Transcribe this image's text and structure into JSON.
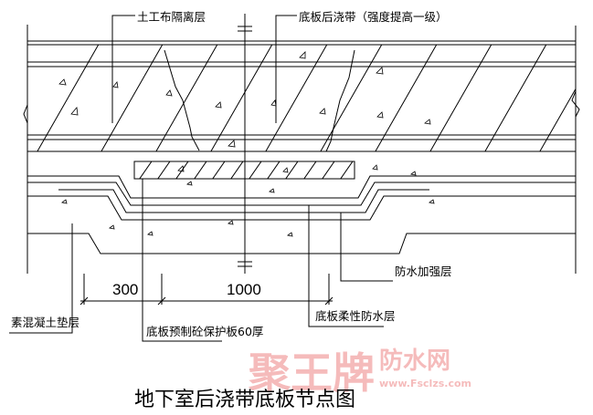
{
  "title": "地下室后浇带底板节点图",
  "labels": {
    "geotextile": "土工布隔离层",
    "post_pour_strip": "底板后浇带（强度提高一级）",
    "waterproof_reinforce": "防水加强层",
    "flexible_waterproof": "底板柔性防水层",
    "plain_concrete_cushion": "素混凝土垫层",
    "precast_protection_board": "底板预制砼保护板60厚"
  },
  "dimensions": {
    "left": "300",
    "middle": "1000"
  },
  "watermark": {
    "brand": "聚王牌",
    "site": "防水网",
    "url": "www.Fsclzs.com"
  }
}
